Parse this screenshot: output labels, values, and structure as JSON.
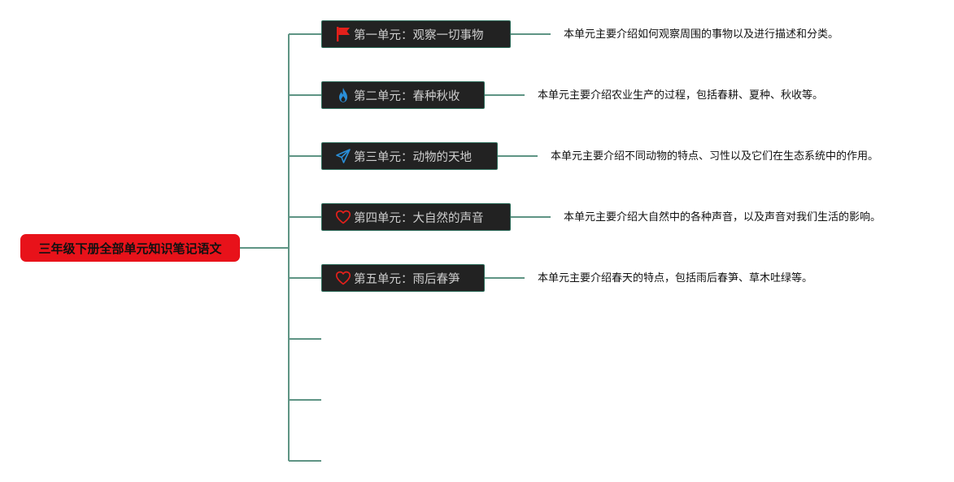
{
  "root": {
    "label": "三年级下册全部单元知识笔记语文",
    "color": "#e8121a"
  },
  "connector_color": "#5e9484",
  "branches": [
    {
      "label": "第一单元：观察一切事物",
      "icon": "flag-icon",
      "icon_color": "#e3201b",
      "description": "本单元主要介绍如何观察周围的事物以及进行描述和分类。"
    },
    {
      "label": "第二单元：春种秋收",
      "icon": "flame-icon",
      "icon_color": "#2a8fd8",
      "description": "本单元主要介绍农业生产的过程，包括春耕、夏种、秋收等。"
    },
    {
      "label": "第三单元：动物的天地",
      "icon": "paper-plane-icon",
      "icon_color": "#2a8fd8",
      "description": "本单元主要介绍不同动物的特点、习性以及它们在生态系统中的作用。"
    },
    {
      "label": "第四单元：大自然的声音",
      "icon": "heart-icon",
      "icon_color": "#e3201b",
      "description": "本单元主要介绍大自然中的各种声音，以及声音对我们生活的影响。"
    },
    {
      "label": "第五单元：雨后春笋",
      "icon": "heart-icon",
      "icon_color": "#e3201b",
      "description": "本单元主要介绍春天的特点，包括雨后春笋、草木吐绿等。"
    }
  ],
  "empty_branch_count": 3
}
